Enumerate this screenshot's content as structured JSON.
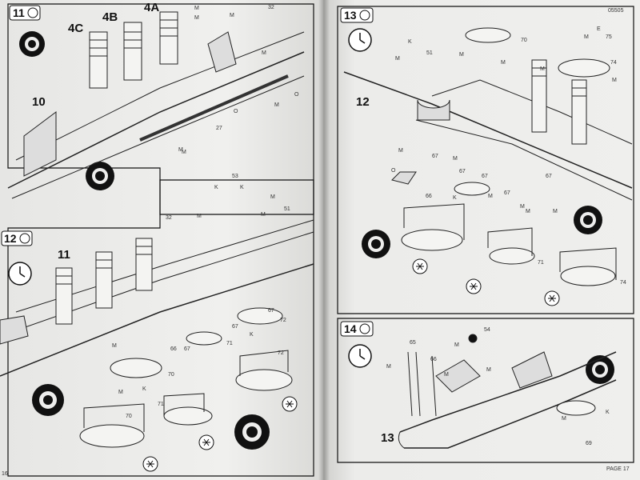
{
  "steps": {
    "s11": {
      "number": "11",
      "labels": [
        "4C",
        "4B",
        "4A",
        "10"
      ],
      "refs": [
        "M",
        "M",
        "M",
        "32",
        "M",
        "M",
        "O",
        "O",
        "27",
        "M",
        "M"
      ]
    },
    "s12": {
      "number": "12",
      "labels": [
        "11"
      ],
      "refs": [
        "K",
        "53",
        "K",
        "M",
        "32",
        "M",
        "M",
        "51",
        "67",
        "67",
        "66",
        "67",
        "71",
        "K",
        "72",
        "70",
        "M",
        "K",
        "M",
        "71",
        "70",
        "72"
      ]
    },
    "s13": {
      "number": "13",
      "labels": [
        "12"
      ],
      "refs": [
        "K",
        "M",
        "51",
        "M",
        "70",
        "M",
        "75",
        "E",
        "M",
        "M",
        "74",
        "M",
        "67",
        "M",
        "M",
        "67",
        "O",
        "K",
        "66",
        "67",
        "M",
        "67",
        "M",
        "M",
        "M",
        "67",
        "71",
        "74"
      ]
    },
    "s14": {
      "number": "14",
      "labels": [
        "13"
      ],
      "refs": [
        "65",
        "66",
        "M",
        "M",
        "54",
        "M",
        "M",
        "M",
        "K",
        "69"
      ]
    }
  },
  "catalog_code": "05505",
  "page_left": "16",
  "page_right": "PAGE 17",
  "colors": {
    "paper": "#ededec",
    "ink": "#111111"
  }
}
